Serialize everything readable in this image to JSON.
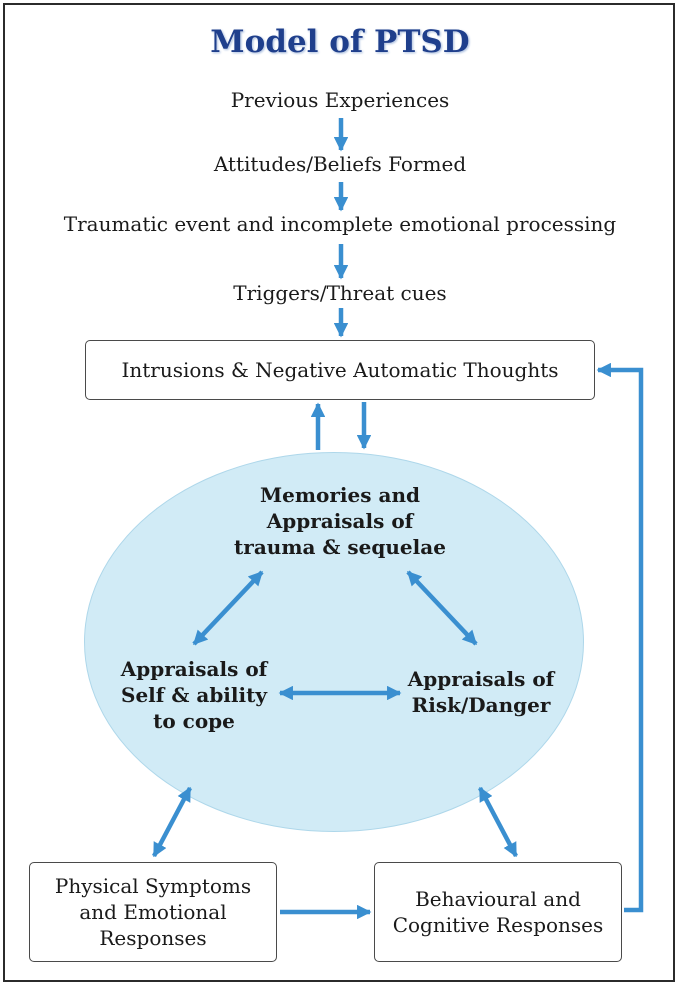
{
  "title": "Model of PTSD",
  "flow_steps": [
    "Previous Experiences",
    "Attitudes/Beliefs Formed",
    "Traumatic event and incomplete emotional processing",
    "Triggers/Threat cues"
  ],
  "boxes": {
    "intrusions": "Intrusions & Negative Automatic Thoughts",
    "physical": [
      "Physical Symptoms",
      "and Emotional",
      "Responses"
    ],
    "behavioural": [
      "Behavioural and",
      "Cognitive Responses"
    ]
  },
  "ellipse": {
    "memories": [
      "Memories and",
      "Appraisals of",
      "trauma & sequelae"
    ],
    "self": [
      "Appraisals of",
      "Self & ability",
      "to cope"
    ],
    "risk": [
      "Appraisals of",
      "Risk/Danger"
    ]
  },
  "colors": {
    "arrow": "#3a8fd0",
    "title": "#1f3f8c",
    "ellipse_fill": "#d1ebf6"
  }
}
